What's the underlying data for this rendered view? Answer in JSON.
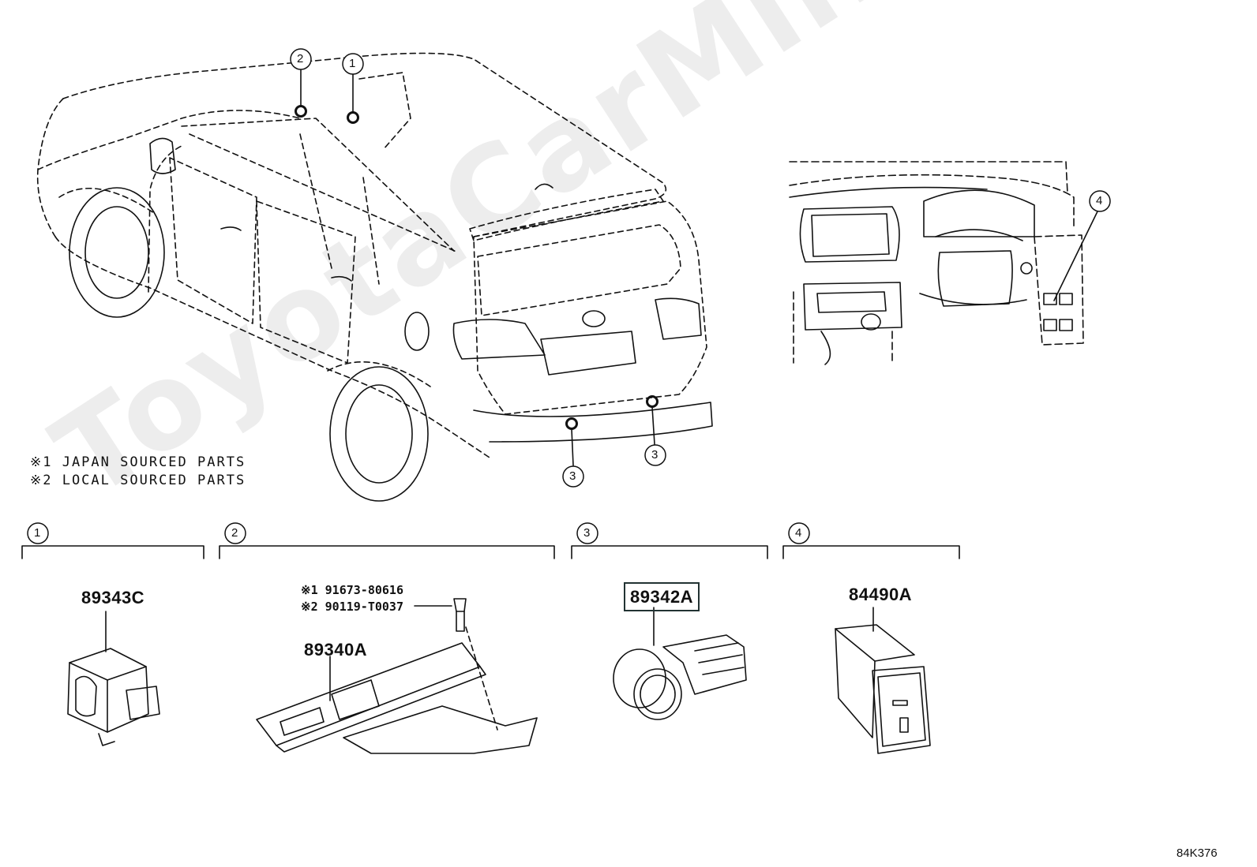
{
  "watermark": "ToyotaCarMir.ru",
  "callouts": {
    "c1": "1",
    "c2": "2",
    "c3": "3",
    "c4": "4"
  },
  "notes": [
    "※1 JAPAN SOURCED PARTS",
    "※2 LOCAL SOURCED PARTS"
  ],
  "bolt": {
    "japan": "※1 91673-80616",
    "local": "※2 90119-T0037"
  },
  "parts": [
    {
      "number": "89343C",
      "section": "1"
    },
    {
      "number": "89340A",
      "section": "2"
    },
    {
      "number": "89342A",
      "section": "3",
      "highlighted": true
    },
    {
      "number": "84490A",
      "section": "4"
    }
  ],
  "diagram_code": "84K376",
  "colors": {
    "line": "#111111",
    "highlight_border": "#223333",
    "watermark": "#ededed"
  }
}
